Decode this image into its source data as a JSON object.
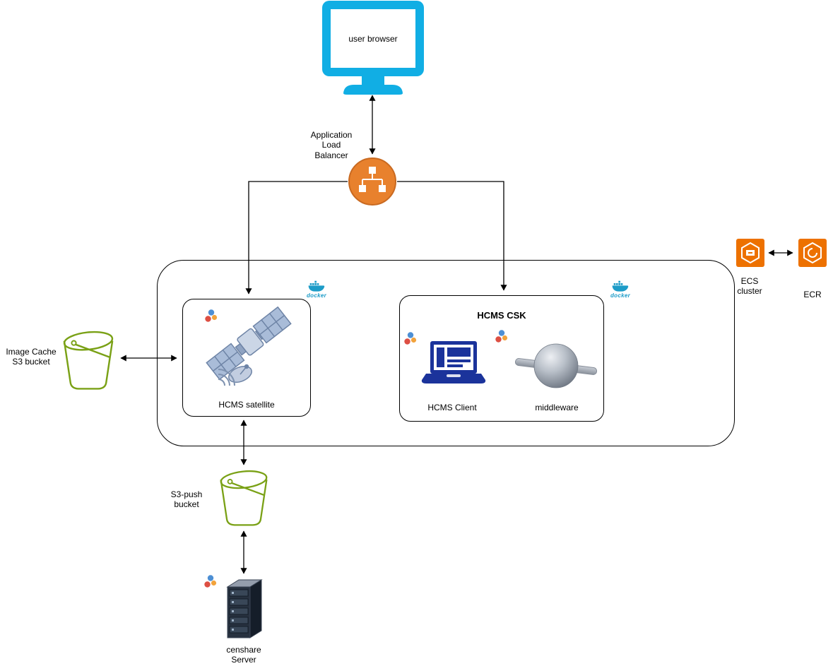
{
  "diagram": {
    "type": "architecture-diagram",
    "nodes": {
      "user_browser": {
        "label": "user browser"
      },
      "alb": {
        "label": [
          "Application",
          "Load",
          "Balancer"
        ]
      },
      "image_cache_bucket": {
        "label": [
          "Image Cache",
          "S3 bucket"
        ]
      },
      "hcms_satellite": {
        "label": "HCMS satellite"
      },
      "hcms_csk": {
        "title": "HCMS CSK"
      },
      "hcms_client": {
        "label": "HCMS Client"
      },
      "middleware": {
        "label": "middleware"
      },
      "ecs_cluster": {
        "label": [
          "ECS",
          "cluster"
        ]
      },
      "ecr": {
        "label": "ECR"
      },
      "s3_push_bucket": {
        "label": [
          "S3-push",
          "bucket"
        ]
      },
      "censhare_server": {
        "label": [
          "censhare",
          "Server"
        ]
      },
      "docker_left": {
        "label": "docker"
      },
      "docker_right": {
        "label": "docker"
      }
    },
    "colors": {
      "monitor_cyan": "#11AEE4",
      "alb_orange": "#E8812D",
      "bucket_green": "#7AA116",
      "aws_orange": "#ED7100",
      "docker_teal": "#1D9CC8",
      "laptop_blue": "#1B339B",
      "connector_black": "#000000"
    }
  }
}
